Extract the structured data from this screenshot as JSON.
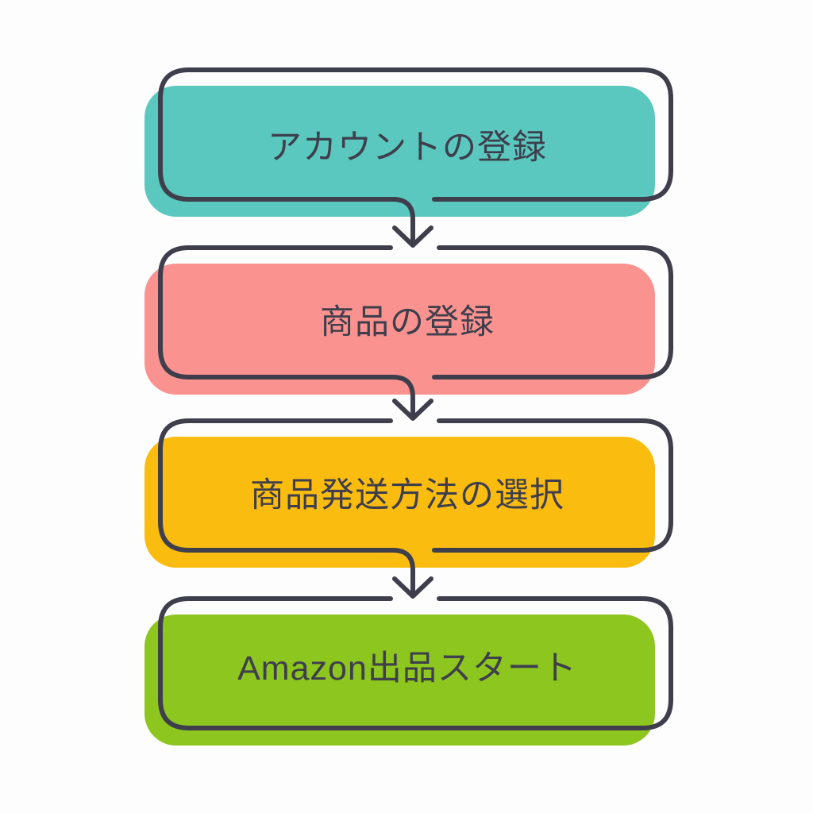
{
  "diagram": {
    "type": "flowchart",
    "direction": "top-to-bottom",
    "step_count": 4
  },
  "steps": [
    {
      "id": "account-registration",
      "label": "アカウントの登録",
      "color": "#5BC8BF"
    },
    {
      "id": "product-registration",
      "label": "商品の登録",
      "color": "#FA938F"
    },
    {
      "id": "shipping-method-selection",
      "label": "商品発送方法の選択",
      "color": "#FBBC10"
    },
    {
      "id": "amazon-listing-start",
      "label": "Amazon出品スタート",
      "color": "#8CC61E"
    }
  ],
  "connectors": [
    {
      "from": "account-registration",
      "to": "product-registration",
      "icon": "down-arrow-icon"
    },
    {
      "from": "product-registration",
      "to": "shipping-method-selection",
      "icon": "down-arrow-icon"
    },
    {
      "from": "shipping-method-selection",
      "to": "amazon-listing-start",
      "icon": "down-arrow-icon"
    }
  ],
  "palette": {
    "outline": "#3E3E4D",
    "text": "#3E3E4D",
    "background": "#FDFDFD"
  }
}
